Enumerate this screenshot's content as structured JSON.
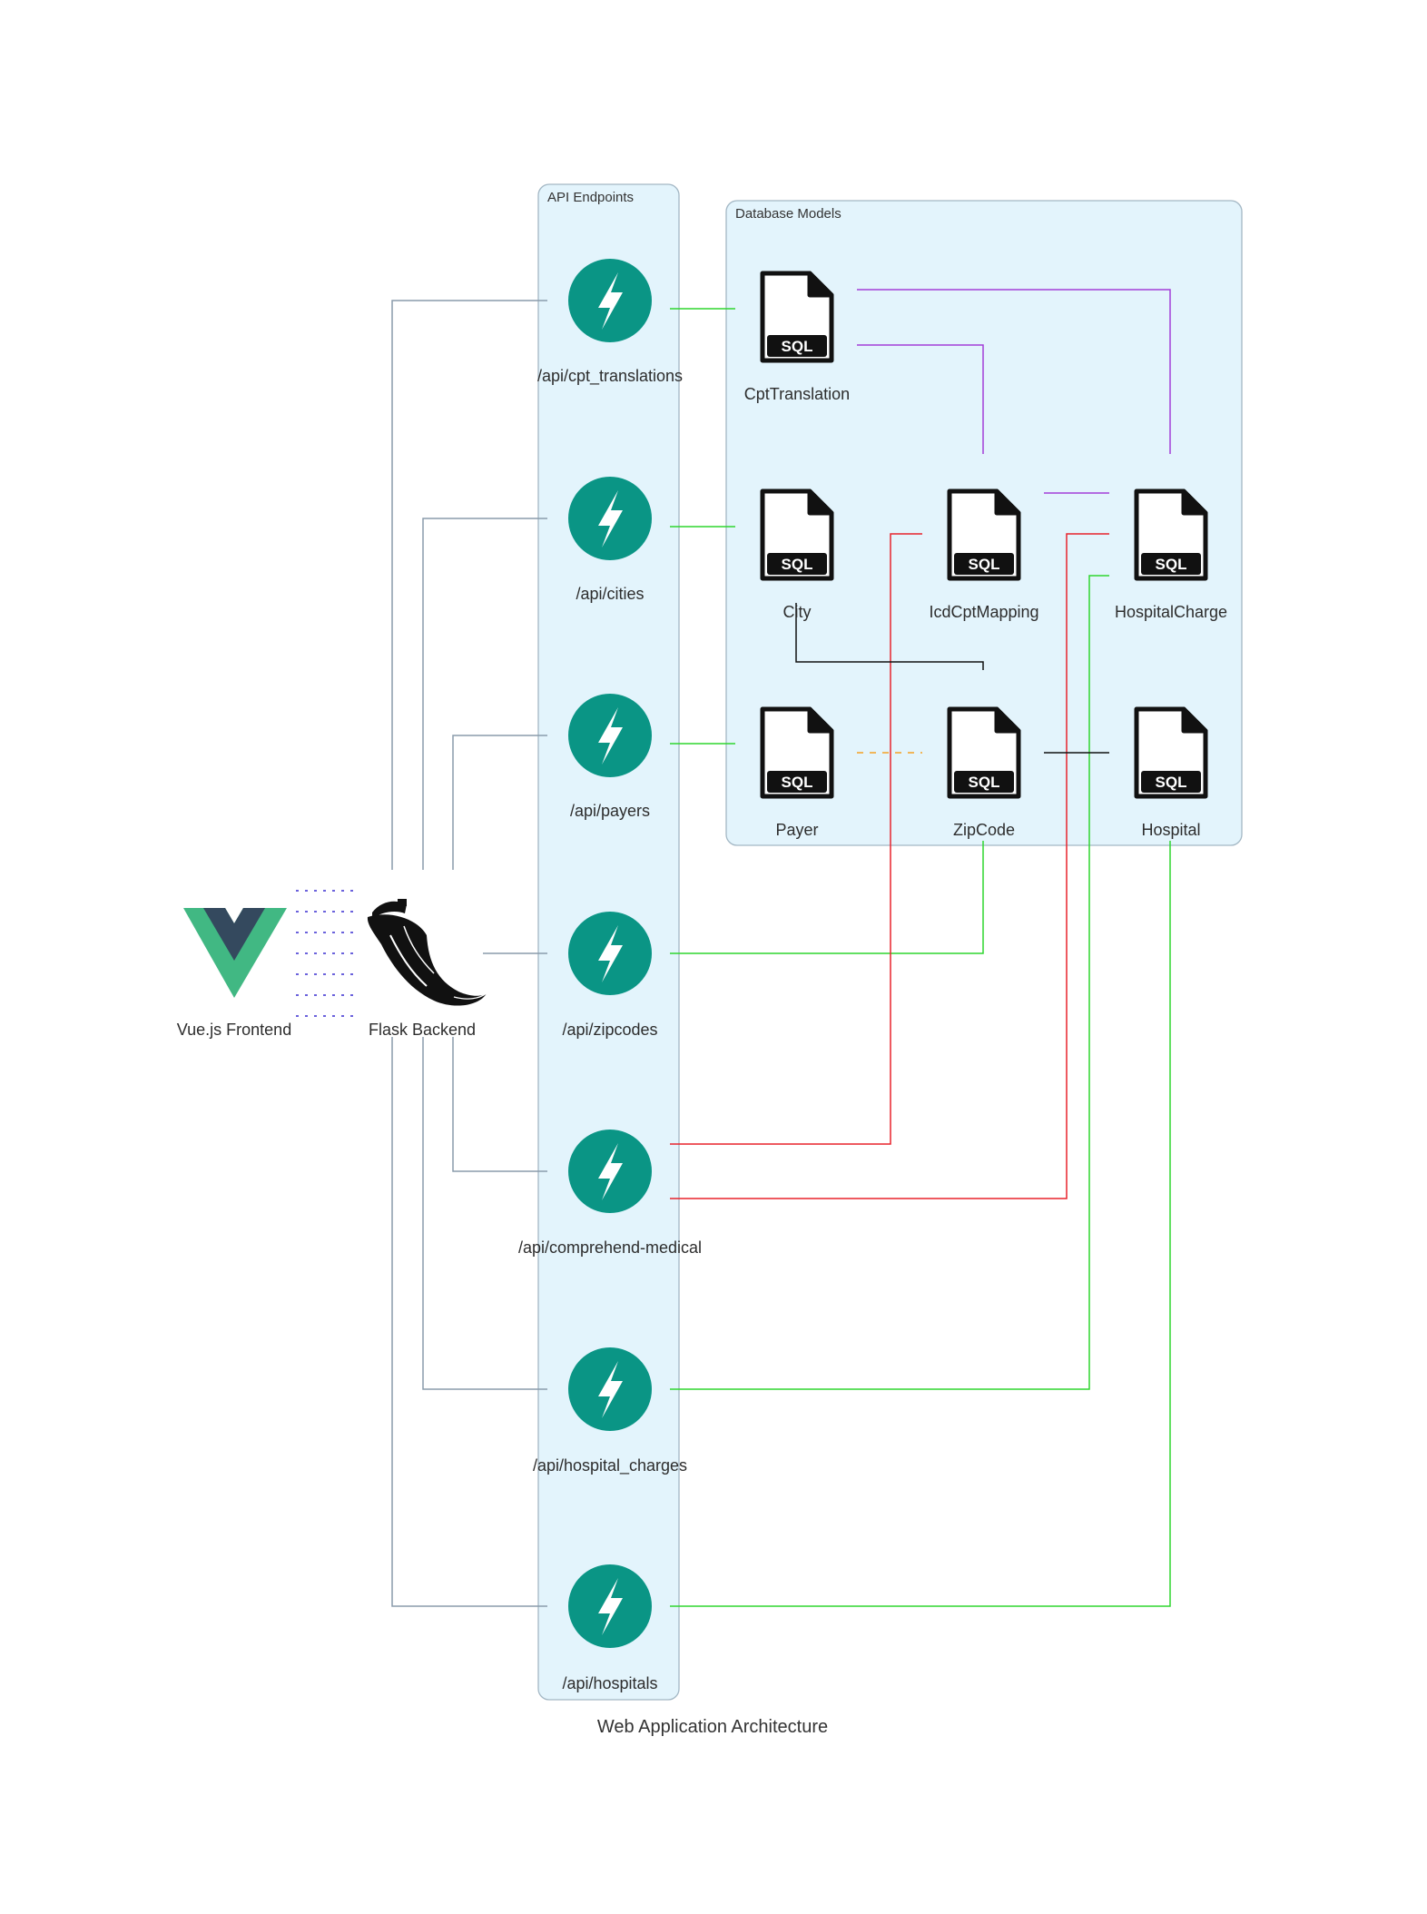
{
  "title": "Web Application Architecture",
  "clusters": {
    "api": "API Endpoints",
    "db": "Database Models"
  },
  "nodes": {
    "vue": "Vue.js Frontend",
    "flask": "Flask Backend",
    "ep_cpt": "/api/cpt_translations",
    "ep_cities": "/api/cities",
    "ep_payers": "/api/payers",
    "ep_zip": "/api/zipcodes",
    "ep_comprehend": "/api/comprehend-medical",
    "ep_charges": "/api/hospital_charges",
    "ep_hospitals": "/api/hospitals",
    "m_cpt": "CptTranslation",
    "m_city": "City",
    "m_icd": "IcdCptMapping",
    "m_charge": "HospitalCharge",
    "m_payer": "Payer",
    "m_zip": "ZipCode",
    "m_hospital": "Hospital"
  },
  "icons": {
    "endpoint": "lightning-bolt-icon",
    "model": "sql-file-icon",
    "sql_badge": "SQL",
    "frontend": "vue-logo-icon",
    "backend": "flask-horn-icon"
  },
  "colors": {
    "endpoint_fill": "#0a9585",
    "vue_green": "#41b883",
    "vue_dark": "#34495e",
    "edge_backend": "#8a9bab",
    "edge_query": "#2fd52f",
    "edge_comprehend": "#e8232c",
    "edge_cpt_relation": "#a33fd8",
    "edge_relation": "#111111",
    "edge_payer_zip": "#f4a124",
    "edge_frontend": "#3a2fd0"
  }
}
